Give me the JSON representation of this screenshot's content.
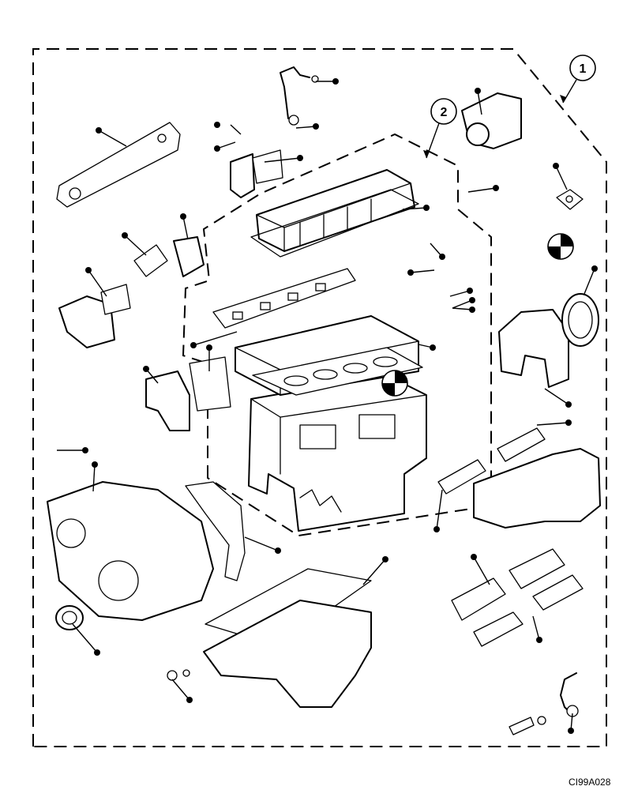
{
  "callouts": {
    "kit_1": "1",
    "kit_2": "2"
  },
  "figure_code": "CI99A028"
}
